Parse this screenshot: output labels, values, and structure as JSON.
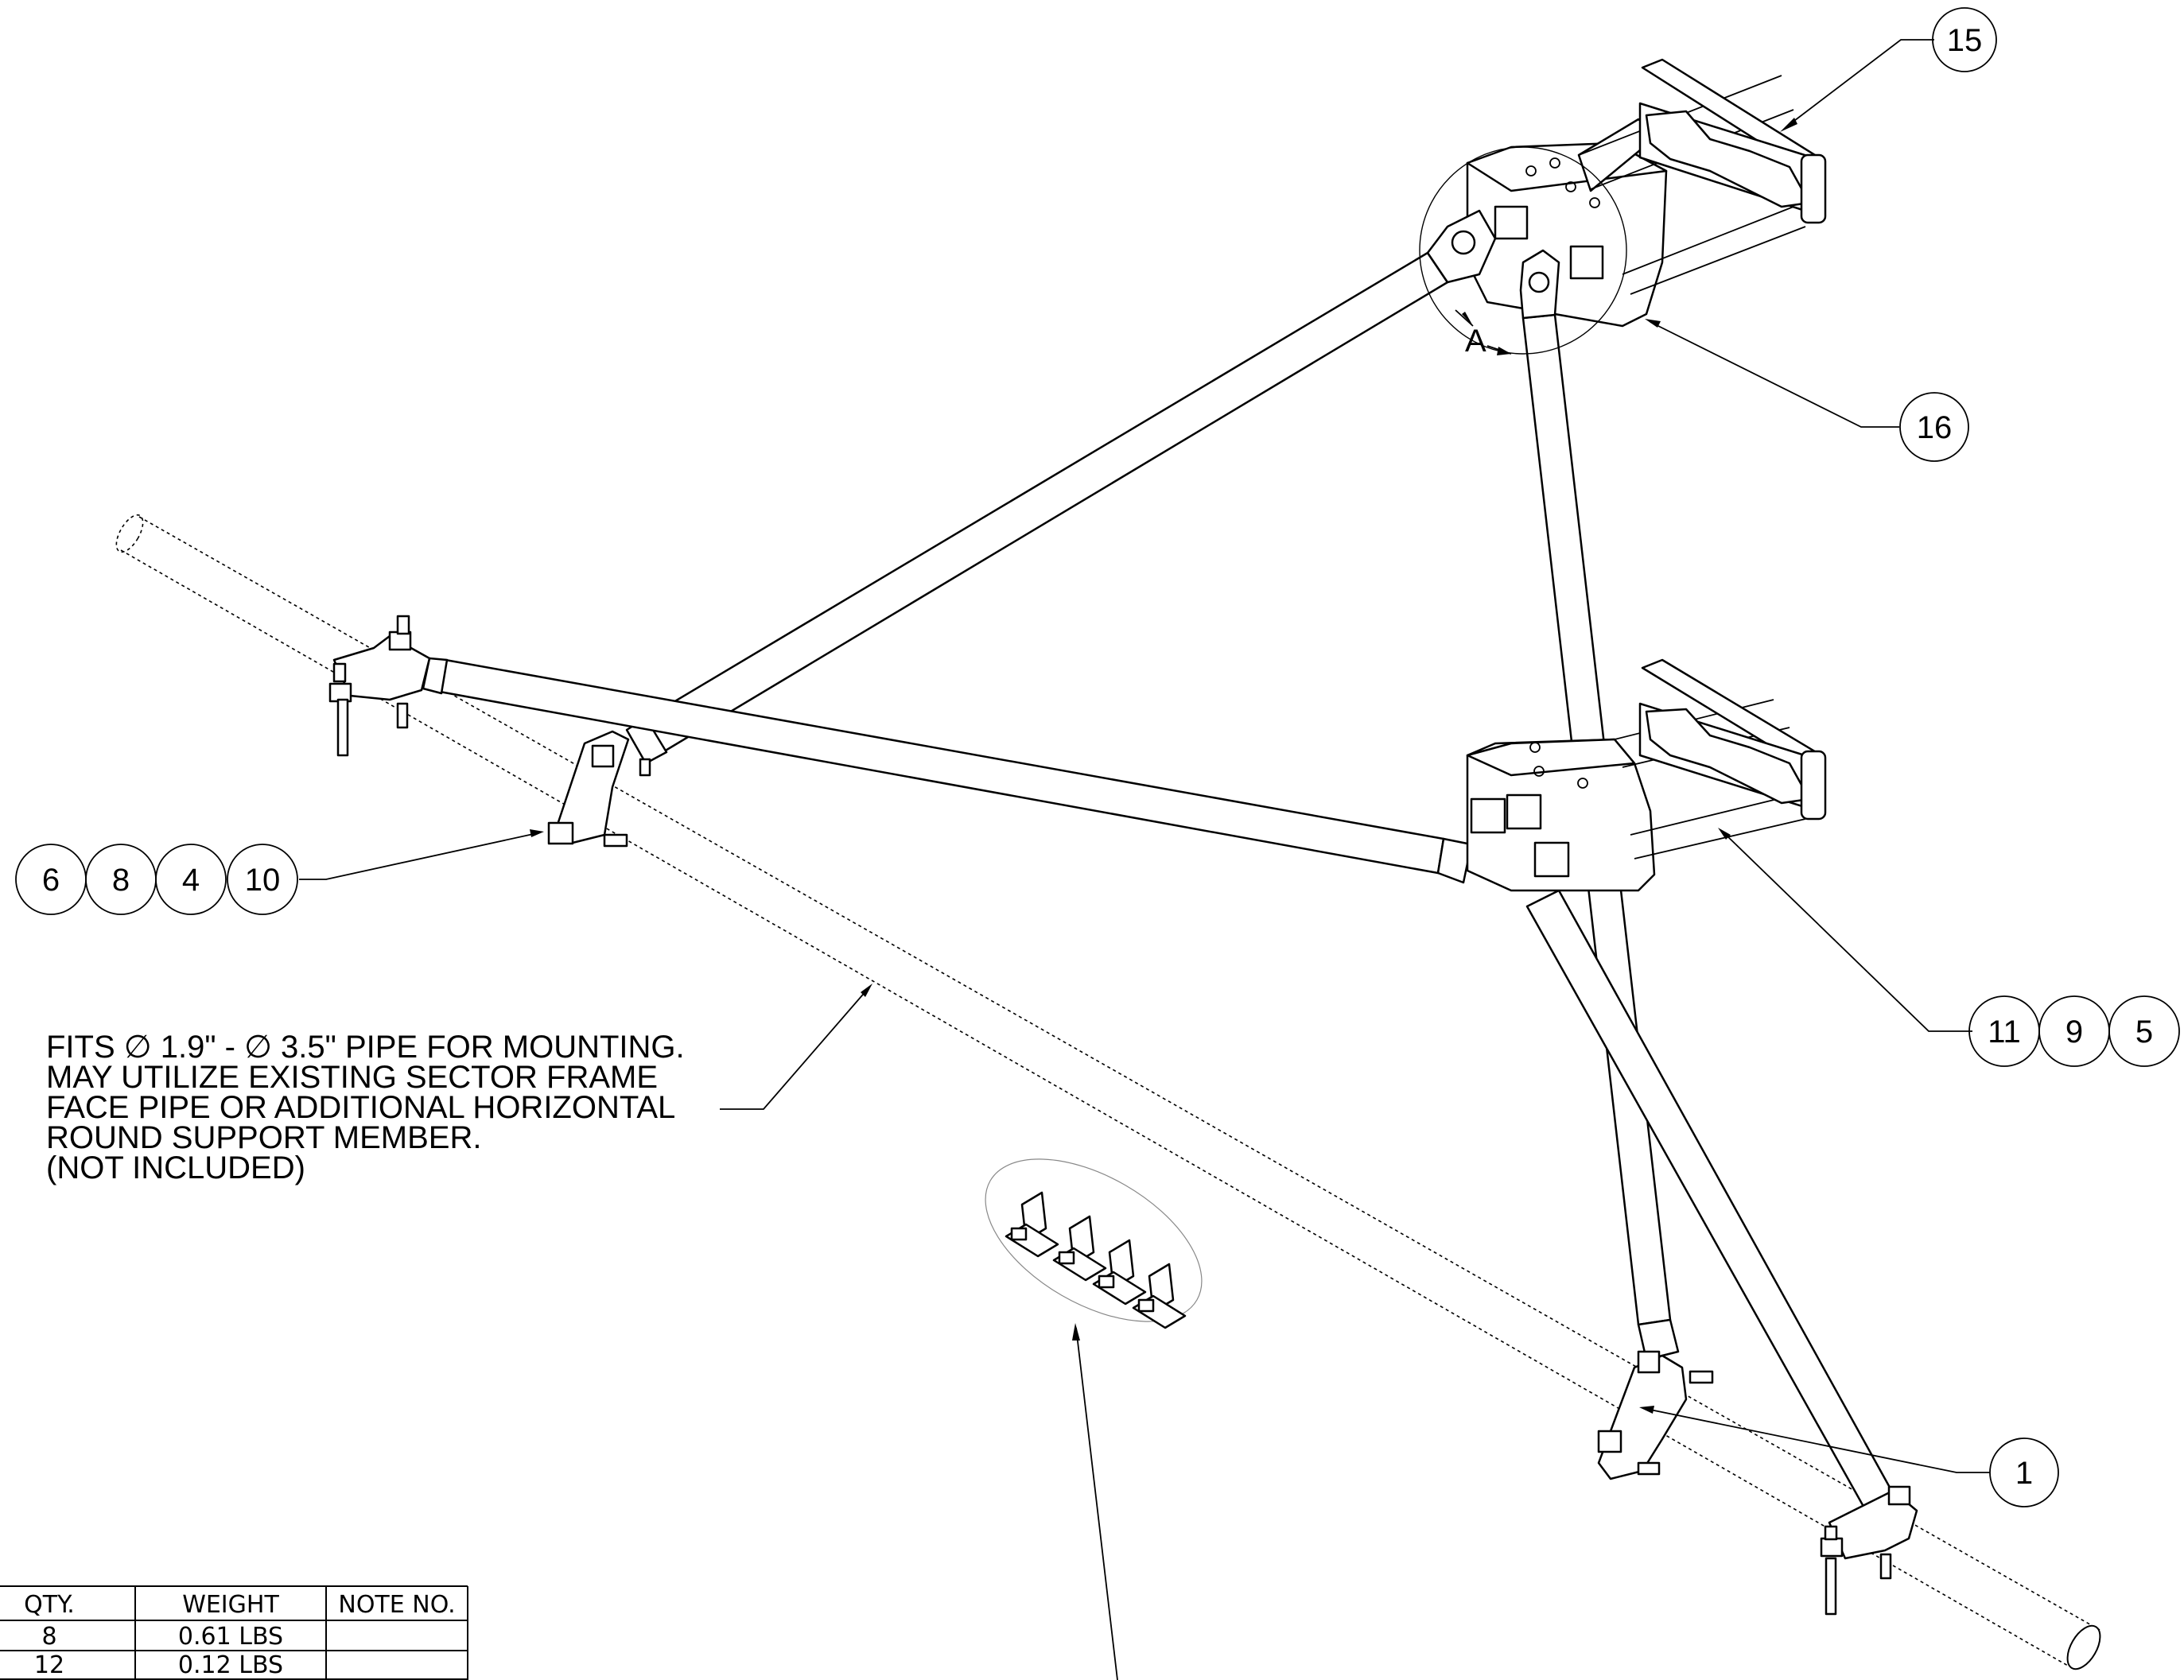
{
  "balloons": {
    "b15": "15",
    "b16": "16",
    "b6": "6",
    "b8": "8",
    "b4": "4",
    "b10": "10",
    "b11": "11",
    "b9": "9",
    "b5": "5",
    "b1": "1"
  },
  "detail_label": "A",
  "note": {
    "line1": "FITS ∅ 1.9\" - ∅ 3.5\" PIPE FOR MOUNTING.",
    "line2": "MAY UTILIZE EXISTING SECTOR FRAME",
    "line3": "FACE PIPE OR ADDITIONAL HORIZONTAL",
    "line4": "ROUND SUPPORT MEMBER.",
    "line5": "(NOT INCLUDED)"
  },
  "table": {
    "headers": [
      "QTY.",
      "WEIGHT",
      "NOTE NO."
    ],
    "rows": [
      [
        "8",
        "0.61 LBS",
        ""
      ],
      [
        "12",
        "0.12 LBS",
        ""
      ]
    ]
  }
}
